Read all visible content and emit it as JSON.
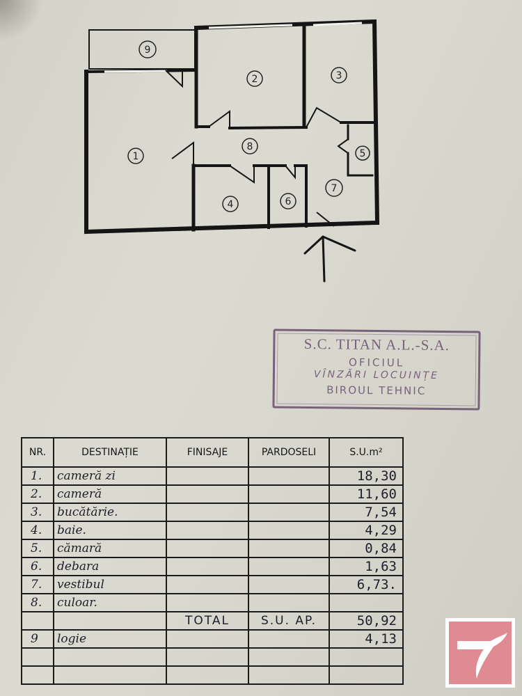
{
  "floorplan": {
    "rooms": [
      {
        "number": "1"
      },
      {
        "number": "2"
      },
      {
        "number": "3"
      },
      {
        "number": "4"
      },
      {
        "number": "5"
      },
      {
        "number": "6"
      },
      {
        "number": "7"
      },
      {
        "number": "8"
      },
      {
        "number": "9"
      }
    ]
  },
  "stamp": {
    "line1": "S.C. TITAN A.L.-S.A.",
    "line2": "OFICIUL",
    "line3": "VÎNZĂRI LOCUINȚE",
    "line4": "BIROUL TEHNIC"
  },
  "table": {
    "headers": {
      "nr": "NR.",
      "destinatie": "DESTINAȚIE",
      "finisaje": "FINISAJE",
      "pardoseli": "PARDOSELI",
      "su": "S.U.m²"
    },
    "rows": [
      {
        "nr": "1.",
        "destinatie": "cameră zi",
        "area": "18,30"
      },
      {
        "nr": "2.",
        "destinatie": "cameră",
        "area": "11,60"
      },
      {
        "nr": "3.",
        "destinatie": "bucătărie.",
        "area": "7,54"
      },
      {
        "nr": "4.",
        "destinatie": "baie.",
        "area": "4,29"
      },
      {
        "nr": "5.",
        "destinatie": "cămară",
        "area": "0,84"
      },
      {
        "nr": "6.",
        "destinatie": "debara",
        "area": "1,63"
      },
      {
        "nr": "7.",
        "destinatie": "vestibul",
        "area": "6,73."
      },
      {
        "nr": "8.",
        "destinatie": "culoar.",
        "area": ""
      }
    ],
    "total": {
      "label": "TOTAL",
      "label2": "S.U. AP.",
      "area": "50,92"
    },
    "extra_row": {
      "nr": "9",
      "destinatie": "logie",
      "area": "4,13"
    }
  },
  "colors": {
    "paper": "#d8d7cd",
    "ink": "#1b1b1b",
    "stamp": "#6e5573",
    "logo": "#e08b92"
  }
}
